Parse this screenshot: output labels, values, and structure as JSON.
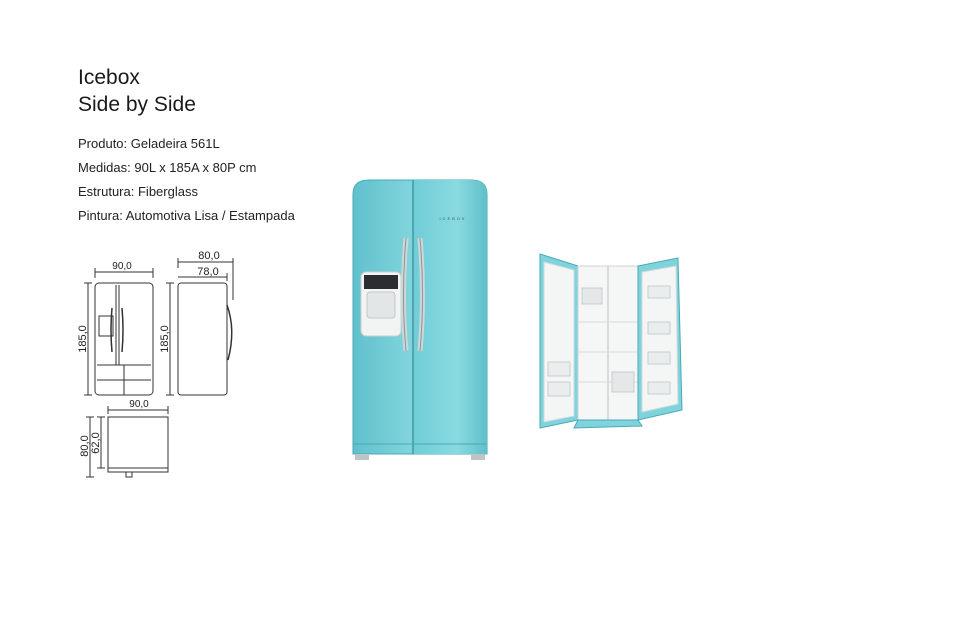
{
  "header": {
    "title_line1": "Icebox",
    "title_line2": "Side by Side"
  },
  "specs": [
    {
      "label": "Produto:",
      "value": "Geladeira 561L"
    },
    {
      "label": "Medidas:",
      "value": "90L x 185A x 80P cm"
    },
    {
      "label": "Estrutura:",
      "value": "Fiberglass"
    },
    {
      "label": "Pintura:",
      "value": "Automotiva Lisa / Estampada"
    }
  ],
  "dimensions": {
    "front_width": "90,0",
    "front_height": "185,0",
    "side_depth_total": "80,0",
    "side_depth_body": "78,0",
    "side_height": "185,0",
    "top_width": "90,0",
    "top_depth_total": "80,0",
    "top_depth_body": "62,0"
  },
  "product": {
    "brand_mark": "ICEBOX",
    "color": "#7ed3dc",
    "color_dark": "#5cbcc7"
  }
}
